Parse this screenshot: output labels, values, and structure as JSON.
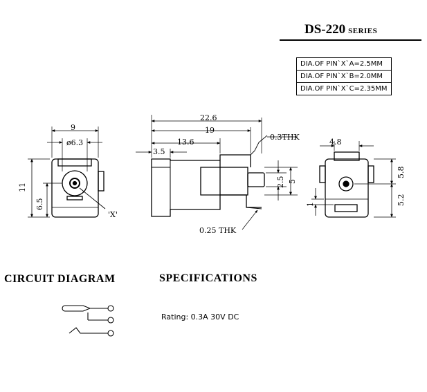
{
  "header": {
    "model": "DS-220",
    "series_label": "SERIES"
  },
  "pin_table": {
    "rows": [
      "DIA.OF PIN`X`A=2.5MM",
      "DIA.OF PIN`X`B=2.0MM",
      "DIA.OF PIN`X`C=2.35MM"
    ]
  },
  "front_view": {
    "width": "9",
    "bore": "ø6.3",
    "height": "11",
    "center_height": "6.5",
    "pin_label": "'X'"
  },
  "side_view": {
    "overall": "22.6",
    "body": "19",
    "flange": "13.6",
    "lip": "3.5",
    "top_thk": "0.3THK",
    "bottom_thk": "0.25 THK",
    "pin_offset": "2.5",
    "pin_height": "5"
  },
  "rear_view": {
    "width": "4.8",
    "upper": "5.8",
    "lower": "5.2",
    "base": "1"
  },
  "sections": {
    "circuit": "CIRCUIT  DIAGRAM",
    "specifications": "SPECIFICATIONS"
  },
  "specs": {
    "rating": "Rating: 0.3A 30V DC"
  }
}
